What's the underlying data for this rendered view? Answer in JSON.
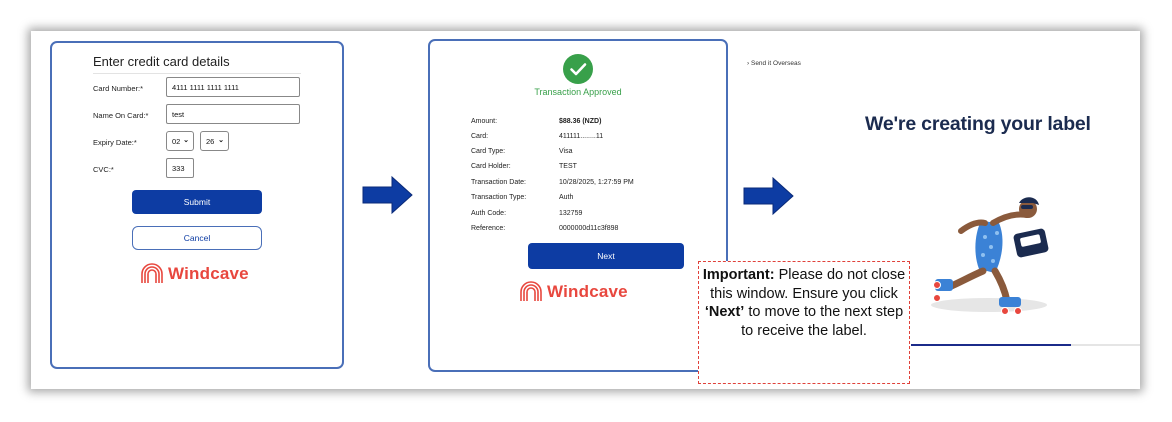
{
  "form": {
    "title": "Enter credit card details",
    "card_number_label": "Card Number:*",
    "card_number_value": "4111 1111 1111 1111",
    "name_label": "Name On Card:*",
    "name_value": "test",
    "expiry_label": "Expiry Date:*",
    "expiry_month": "02",
    "expiry_year": "26",
    "cvc_label": "CVC:*",
    "cvc_value": "333",
    "submit_label": "Submit",
    "cancel_label": "Cancel",
    "logo_text": "Windcave"
  },
  "transaction": {
    "status": "Transaction Approved",
    "rows": [
      {
        "label": "Amount:",
        "value": "$88.36 (NZD)"
      },
      {
        "label": "Card:",
        "value": "411111........11"
      },
      {
        "label": "Card Type:",
        "value": "Visa"
      },
      {
        "label": "Card Holder:",
        "value": "TEST"
      },
      {
        "label": "Transaction Date:",
        "value": "10/28/2025, 1:27:59 PM"
      },
      {
        "label": "Transaction Type:",
        "value": "Auth"
      },
      {
        "label": "Auth Code:",
        "value": "132759"
      },
      {
        "label": "Reference:",
        "value": "0000000d11c3f898"
      }
    ],
    "next_label": "Next",
    "logo_text": "Windcave"
  },
  "result": {
    "breadcrumb": "Send it Overseas",
    "heading": "We're creating your label",
    "progress": 0.7
  },
  "callout": {
    "important": "Important:",
    "line1": " Please do not close this window. Ensure you click ",
    "next": "‘Next’",
    "line2": " to move to the next step to receive the label."
  },
  "colors": {
    "brand_blue": "#0d3ca3",
    "approved_green": "#38a04a",
    "windcave_red": "#e8473e",
    "callout_red": "#e0413a"
  }
}
